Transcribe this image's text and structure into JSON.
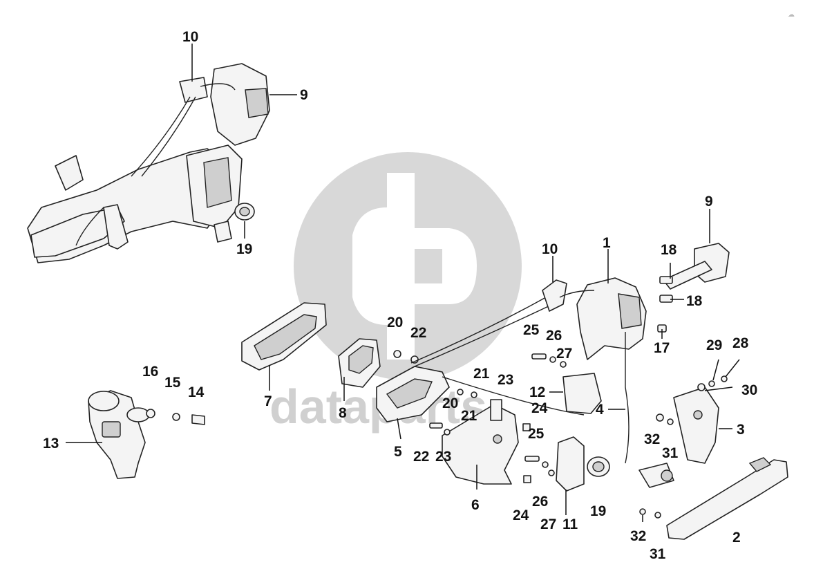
{
  "watermark": {
    "text": "dataparts",
    "color": "#d0d0d0"
  },
  "corner_mark": "☁",
  "callouts": [
    {
      "id": "c10a",
      "label": "10"
    },
    {
      "id": "c9a",
      "label": "9"
    },
    {
      "id": "c19a",
      "label": "19"
    },
    {
      "id": "c9b",
      "label": "9"
    },
    {
      "id": "c18a",
      "label": "18"
    },
    {
      "id": "c18b",
      "label": "18"
    },
    {
      "id": "c1",
      "label": "1"
    },
    {
      "id": "c10b",
      "label": "10"
    },
    {
      "id": "c17",
      "label": "17"
    },
    {
      "id": "c25a",
      "label": "25"
    },
    {
      "id": "c26a",
      "label": "26"
    },
    {
      "id": "c27a",
      "label": "27"
    },
    {
      "id": "c29",
      "label": "29"
    },
    {
      "id": "c28",
      "label": "28"
    },
    {
      "id": "c30",
      "label": "30"
    },
    {
      "id": "c20a",
      "label": "20"
    },
    {
      "id": "c22a",
      "label": "22"
    },
    {
      "id": "c21a",
      "label": "21"
    },
    {
      "id": "c23a",
      "label": "23"
    },
    {
      "id": "c12",
      "label": "12"
    },
    {
      "id": "c24a",
      "label": "24"
    },
    {
      "id": "c20b",
      "label": "20"
    },
    {
      "id": "c21b",
      "label": "21"
    },
    {
      "id": "c4",
      "label": "4"
    },
    {
      "id": "c3",
      "label": "3"
    },
    {
      "id": "c32a",
      "label": "32"
    },
    {
      "id": "c31a",
      "label": "31"
    },
    {
      "id": "c16",
      "label": "16"
    },
    {
      "id": "c15",
      "label": "15"
    },
    {
      "id": "c14",
      "label": "14"
    },
    {
      "id": "c7",
      "label": "7"
    },
    {
      "id": "c8",
      "label": "8"
    },
    {
      "id": "c13",
      "label": "13"
    },
    {
      "id": "c5",
      "label": "5"
    },
    {
      "id": "c22b",
      "label": "22"
    },
    {
      "id": "c23b",
      "label": "23"
    },
    {
      "id": "c25b",
      "label": "25"
    },
    {
      "id": "c6",
      "label": "6"
    },
    {
      "id": "c24b",
      "label": "24"
    },
    {
      "id": "c26b",
      "label": "26"
    },
    {
      "id": "c27b",
      "label": "27"
    },
    {
      "id": "c11",
      "label": "11"
    },
    {
      "id": "c19b",
      "label": "19"
    },
    {
      "id": "c2",
      "label": "2"
    },
    {
      "id": "c32b",
      "label": "32"
    },
    {
      "id": "c31b",
      "label": "31"
    }
  ]
}
